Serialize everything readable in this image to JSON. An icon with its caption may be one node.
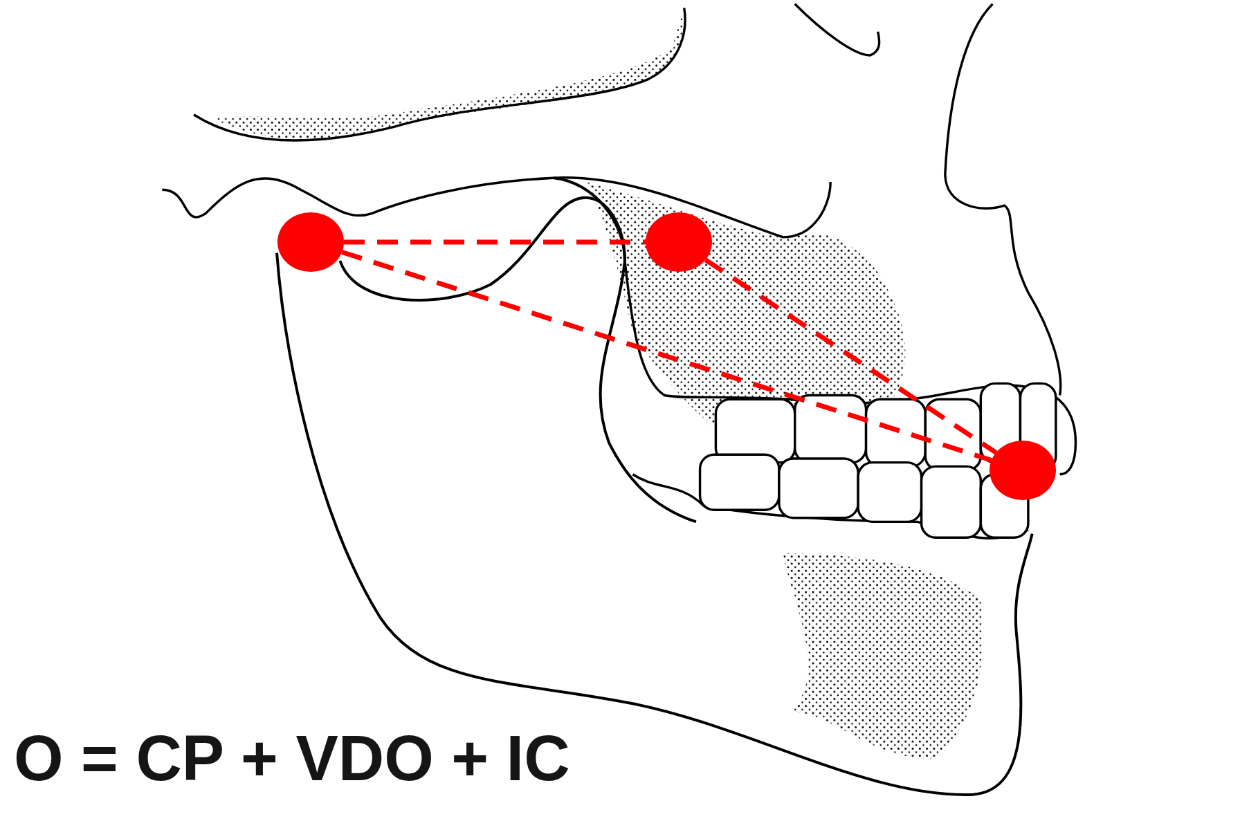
{
  "diagram": {
    "nodes": [
      {
        "text": [],
        "shape": "circle"
      },
      {
        "text": [],
        "shape": "circle"
      },
      {
        "text": [],
        "shape": "circle"
      }
    ],
    "edges": [
      {
        "from": 0,
        "to": 1,
        "arrow": "none",
        "style": "dashed"
      },
      {
        "from": 0,
        "to": 2,
        "arrow": "none",
        "style": "dashed"
      },
      {
        "from": 1,
        "to": 2,
        "arrow": "none",
        "style": "dashed"
      }
    ],
    "labels": [
      "O = CP + VDO + IC"
    ]
  }
}
